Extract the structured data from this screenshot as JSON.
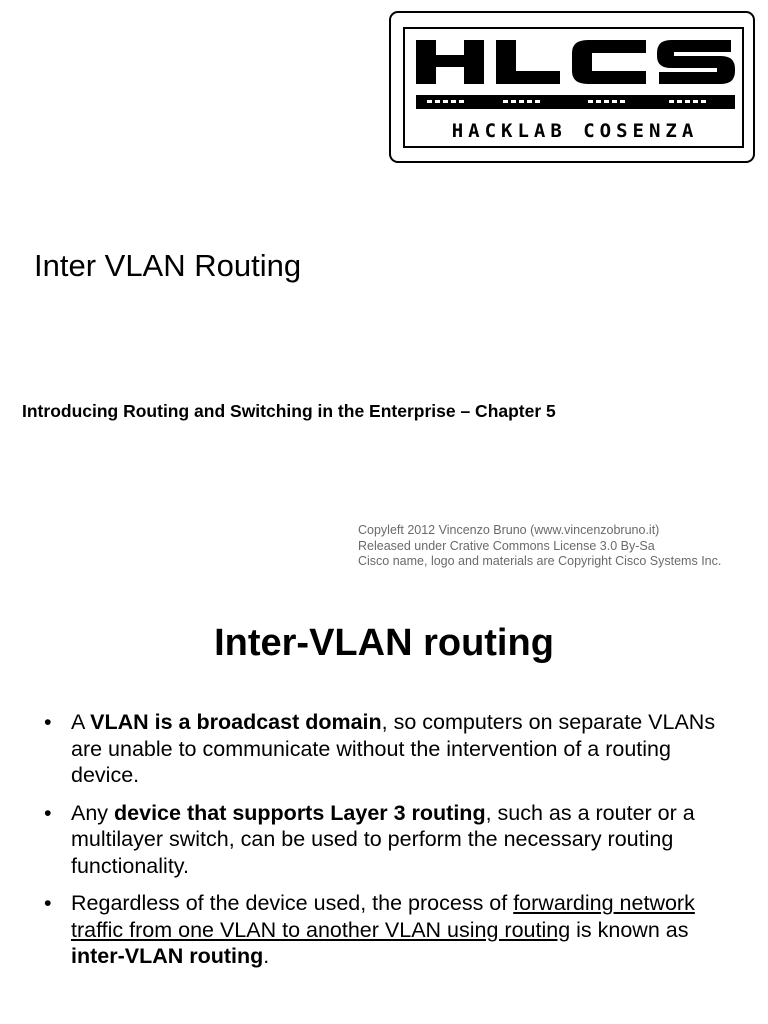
{
  "logo": {
    "name": "HLCS",
    "tagline": "HACKLAB COSENZA"
  },
  "slide1": {
    "title": "Inter VLAN Routing",
    "subtitle": "Introducing Routing and Switching in the Enterprise – Chapter 5",
    "credits": [
      "Copyleft  2012 Vincenzo Bruno (www.vincenzobruno.it)",
      "Released under Crative Commons License 3.0 By-Sa",
      "Cisco name, logo and materials are Copyright Cisco Systems Inc."
    ]
  },
  "slide2": {
    "title": "Inter-VLAN routing",
    "bullet_marker": "•",
    "bullets": [
      {
        "pre": "A ",
        "bold": "VLAN is a broadcast domain",
        "post": ", so computers on separate VLANs are unable to communicate without the intervention of a routing device."
      },
      {
        "pre": "Any ",
        "bold": "device that supports Layer 3 routing",
        "post": ", such as a router or a multilayer switch, can be used to perform the necessary routing functionality."
      },
      {
        "pre": "Regardless of the device used, the process of ",
        "underline": "forwarding network traffic from one VLAN to another VLAN using routing",
        "mid": " is known as ",
        "bold": "inter-VLAN routing",
        "post": "."
      }
    ]
  }
}
